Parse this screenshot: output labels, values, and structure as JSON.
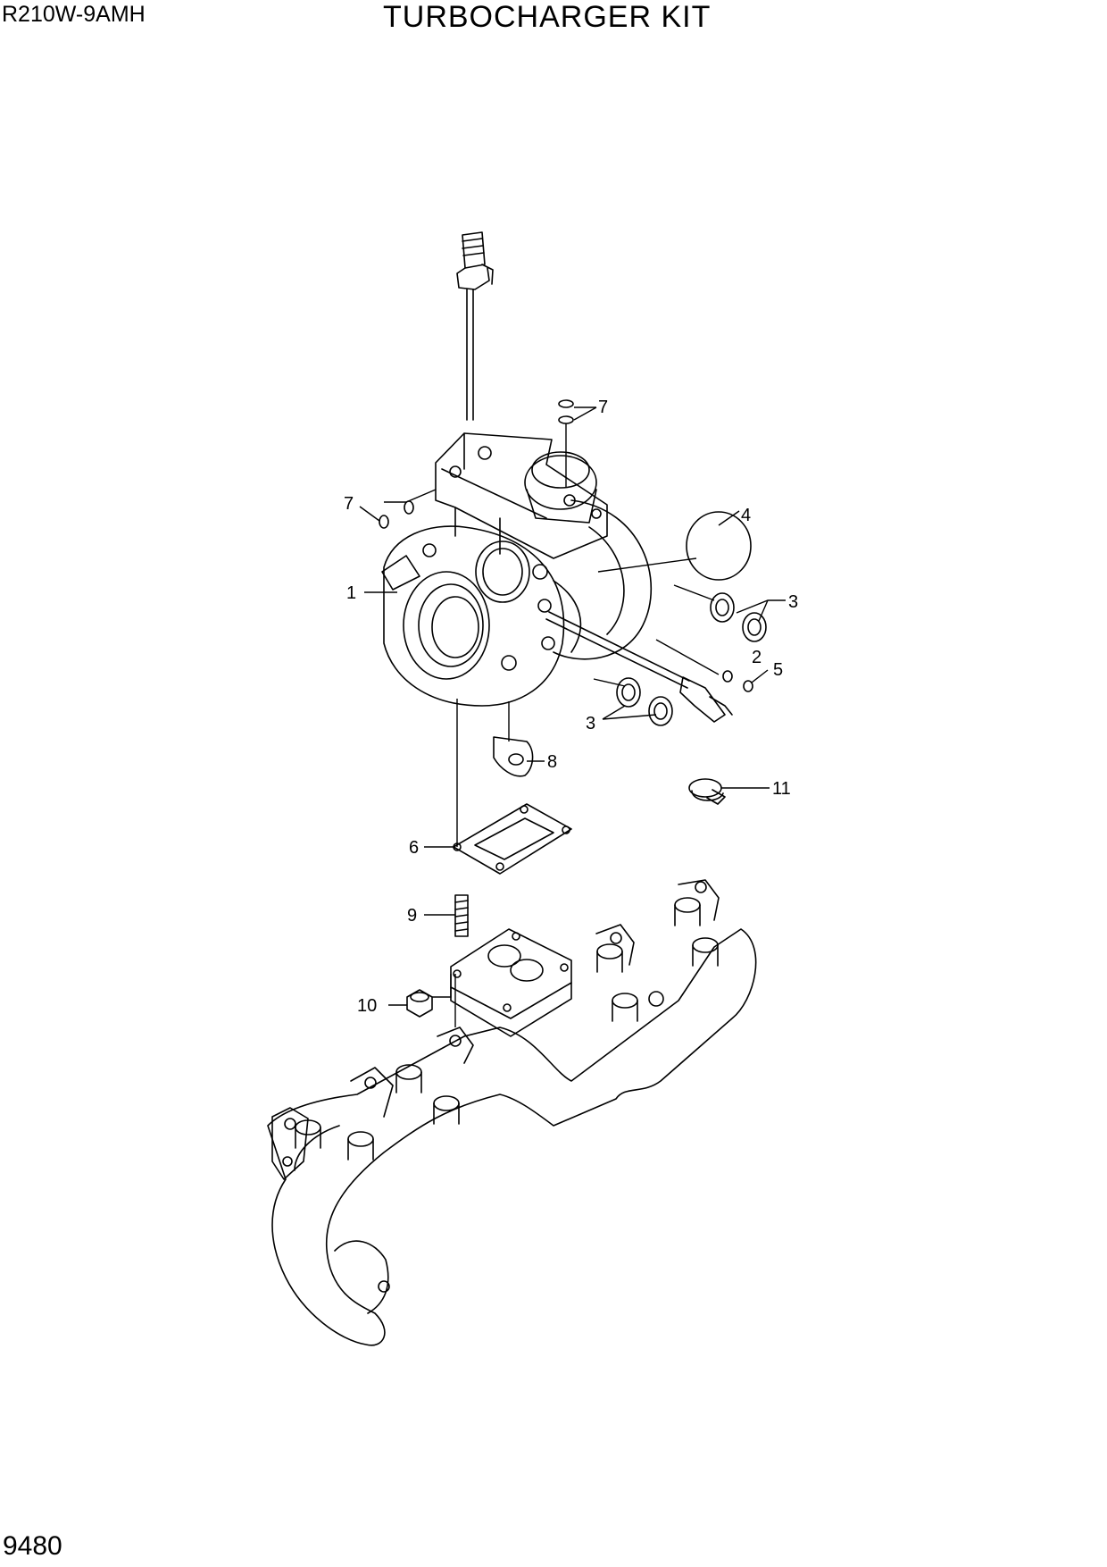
{
  "header": {
    "model": "R210W-9AMH",
    "title": "TURBOCHARGER KIT"
  },
  "footer": {
    "page_number": "9480"
  },
  "callouts": [
    {
      "id": "c1",
      "label": "1"
    },
    {
      "id": "c2",
      "label": "2"
    },
    {
      "id": "c3a",
      "label": "3"
    },
    {
      "id": "c3b",
      "label": "3"
    },
    {
      "id": "c4",
      "label": "4"
    },
    {
      "id": "c5",
      "label": "5"
    },
    {
      "id": "c6",
      "label": "6"
    },
    {
      "id": "c7a",
      "label": "7"
    },
    {
      "id": "c7b",
      "label": "7"
    },
    {
      "id": "c8",
      "label": "8"
    },
    {
      "id": "c9",
      "label": "9"
    },
    {
      "id": "c10",
      "label": "10"
    },
    {
      "id": "c11",
      "label": "11"
    }
  ]
}
